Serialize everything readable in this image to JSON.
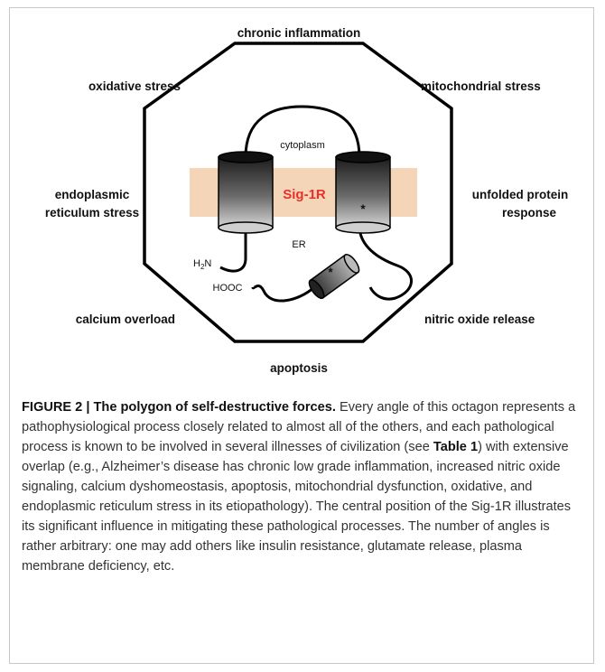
{
  "diagram": {
    "top": "chronic inflammation",
    "top_right": "mitochondrial stress",
    "right_1": "unfolded protein",
    "right_2": "response",
    "bottom_right": "nitric oxide release",
    "bottom": "apoptosis",
    "bottom_left": "calcium overload",
    "left_1": "endoplasmic",
    "left_2": "reticulum stress",
    "top_left": "oxidative stress",
    "cytoplasm": "cytoplasm",
    "receptor": "Sig-1R",
    "er": "ER",
    "n_terminus": "H",
    "n_sub": "2",
    "n_end": "N",
    "c_terminus": "HOOC",
    "star_1": "*",
    "star_2": "*"
  },
  "caption": {
    "label": "FIGURE 2 |",
    "title": " The polygon of self-destructive forces.",
    "text_1": " Every angle of this octagon represents a pathophysiological process closely related to almost all of the others, and each pathological process is known to be involved in several illnesses of civilization (see ",
    "table_ref": "Table 1",
    "text_2": ") with extensive overlap (e.g., Alzheimer’s disease has chronic low grade inflammation, increased nitric oxide signaling, calcium dyshomeostasis, apoptosis, mitochondrial dysfunction, oxidative, and endoplasmic reticulum stress in its etiopathology). The central position of the Sig-1R illustrates its significant influence in mitigating these pathological processes. The number of angles is rather arbitrary: one may add others like insulin resistance, glutamate release, plasma membrane deficiency, etc."
  }
}
